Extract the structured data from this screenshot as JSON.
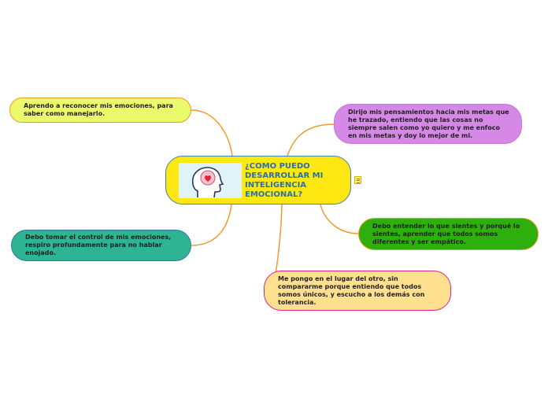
{
  "central": {
    "title": "¿COMO PUEDO DESARROLLAR MI INTELIGENCIA EMOCIONAL?",
    "image_icon": "head-with-heart-brain-icon"
  },
  "notes_icon": "notes-icon",
  "topics": [
    {
      "id": "recognize",
      "text": "Aprendo a reconocer mis emociones, para saber como manejarlo.",
      "fill": "#ebfa6a",
      "border": "#e6a020"
    },
    {
      "id": "control",
      "text": "Debo tomar el control de mis emociones, respiro profundamente para no hablar enojado.",
      "fill": "#2eb393",
      "border": "#2a7aa0"
    },
    {
      "id": "goals",
      "text": "Dirijo mis pensamientos hacia mis metas que he trazado, entiendo que las cosas no siempre salen como yo quiero y me enfoco en mis metas y doy lo mejor de mi.",
      "fill": "#d688e6",
      "border": "#c27ad6"
    },
    {
      "id": "empathy",
      "text": "Debo entender lo que sientes y porqué lo sientes, aprender que todos somos diferentes y ser empático.",
      "fill": "#2db00e",
      "border": "#e6a020"
    },
    {
      "id": "tolerance",
      "text": "Me pongo en el lugar del otro, sin compararme porque entiendo que todos somos únicos,  y escucho a los demás con tolerancia.",
      "fill": "#ffe08f",
      "border": "#e0208a"
    }
  ],
  "colors": {
    "connector": "#f09a30",
    "central_fill": "#ffe812",
    "central_border": "#3d7fb0",
    "central_text": "#2a6fad"
  }
}
